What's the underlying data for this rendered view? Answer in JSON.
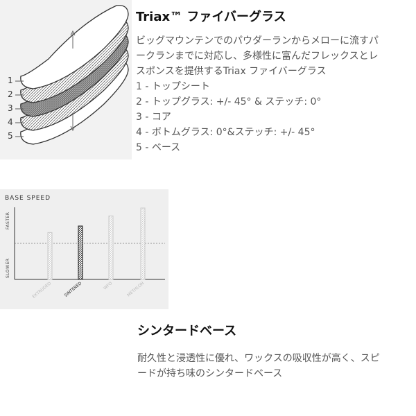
{
  "triax": {
    "title": "Triax™ ファイバーグラス",
    "description_lines": [
      "ビッグマウンテンでのパウダーランからメローに流すパ",
      "ークランまでに対応し、多様性に富んだフレックスとレ",
      "スポンスを提供するTriax ファイバーグラス"
    ],
    "layers": [
      "1 - トップシート",
      "2 - トップグラス: +/- 45° & ステッチ: 0°",
      "3 - コア",
      "4 - ボトムグラス: 0°&ステッチ: +/- 45°",
      "5 - ベース"
    ],
    "layer_numbers": [
      "1",
      "2",
      "3",
      "4",
      "5"
    ]
  },
  "chart_data": {
    "type": "bar",
    "title": "BASE SPEED",
    "ylabel_top": "FASTER",
    "ylabel_bottom": "SLOWER",
    "categories": [
      "EXTRUDED",
      "SINTERED",
      "WFO",
      "METHLON"
    ],
    "values": [
      0.65,
      0.74,
      0.88,
      0.99
    ],
    "highlight": "SINTERED",
    "ylim": [
      0,
      1
    ],
    "reference_line": 0.5
  },
  "sintered": {
    "title": "シンタードベース",
    "description_lines": [
      "耐久性と浸透性に優れ、ワックスの吸収性が高く、スピ",
      "ードが持ち味のシンタードベース"
    ]
  },
  "colors": {
    "panel": "#efefef",
    "bar_light": "#c8c8c8",
    "bar_highlight": "#333333",
    "text": "#555555"
  }
}
